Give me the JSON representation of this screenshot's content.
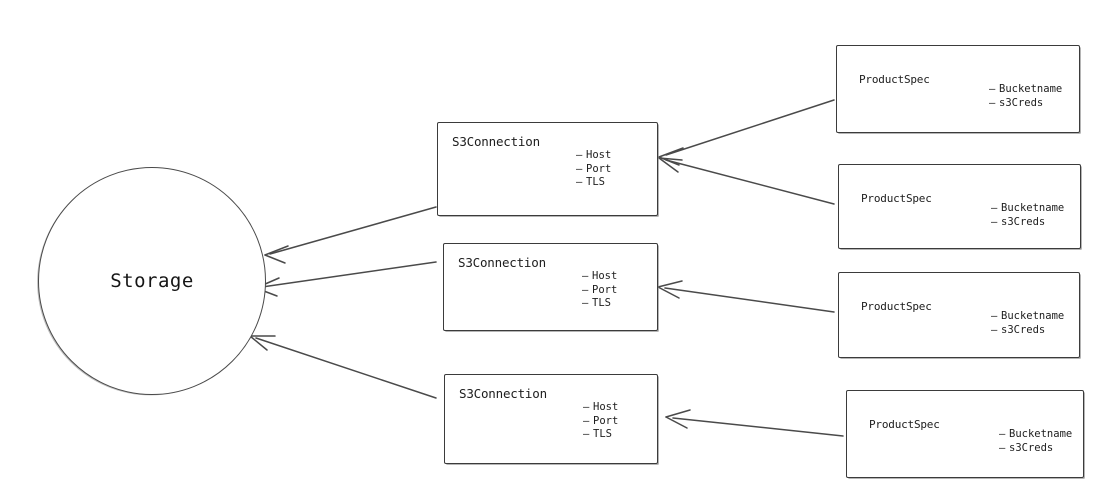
{
  "diagram": {
    "title": "Storage S3Connection ProductSpec relationship diagram",
    "background_color": "#ffffff",
    "stroke_color": "#3b3b3b",
    "arrow_color": "#444444"
  },
  "storage": {
    "label": "Storage",
    "shape": "circle"
  },
  "connections": [
    {
      "title": "S3Connection",
      "fields": [
        "Host",
        "Port",
        "TLS"
      ]
    },
    {
      "title": "S3Connection",
      "fields": [
        "Host",
        "Port",
        "TLS"
      ]
    },
    {
      "title": "S3Connection",
      "fields": [
        "Host",
        "Port",
        "TLS"
      ]
    }
  ],
  "specs": [
    {
      "title": "ProductSpec",
      "fields": [
        "Bucketname",
        "s3Creds"
      ]
    },
    {
      "title": "ProductSpec",
      "fields": [
        "Bucketname",
        "s3Creds"
      ]
    },
    {
      "title": "ProductSpec",
      "fields": [
        "Bucketname",
        "s3Creds"
      ]
    },
    {
      "title": "ProductSpec",
      "fields": [
        "Bucketname",
        "s3Creds"
      ]
    }
  ],
  "bullet": "–"
}
